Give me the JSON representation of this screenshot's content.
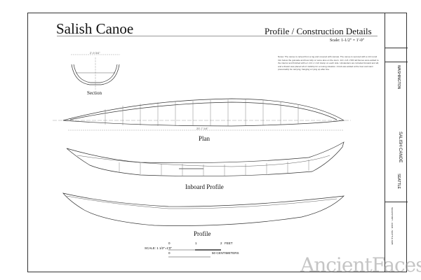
{
  "sheet": {
    "title": "Salish Canoe",
    "subtitle": "Profile / Construction Details",
    "scale": "Scale: 1-1/2\" = 1'-0\"",
    "notes": "Notes: The canoe is carved from a log and covered with canvas. The canoe is secured with a 1/2 round trim below the gunwale and bow strip or some also on the stern. 1/2 x 1/4 x 5/8 rail frames were added to the interior and finished with a 1 1/4 x 1 1/2 clamp on each side. Upstanders are included forward and aft, and a thwart was placed aft of midship for a rowing situation. A bolt was added at the bow and stern presumably for carrying, hanging or tying up after line."
  },
  "views": {
    "section": "Section",
    "section_dim": "2'-9 3/4\"",
    "plan": "Plan",
    "plan_dim": "20'-7 1/4\"",
    "inboard": "Inboard Profile",
    "profile": "Profile"
  },
  "scale_bar": {
    "label": "SCALE: 1 1/2\"=1'0\"",
    "feet": "FEET",
    "cm": "50 CENTIMETERS",
    "ticks": [
      "0",
      "1",
      "2"
    ],
    "cm_zero": "0"
  },
  "title_block": {
    "name": "SALISH CANOE",
    "state": "WASHINGTON",
    "city": "SEATTLE",
    "credit": "SEAHISTORY - HAER - SEATTLE 1995"
  },
  "watermark": "AncientFaces"
}
